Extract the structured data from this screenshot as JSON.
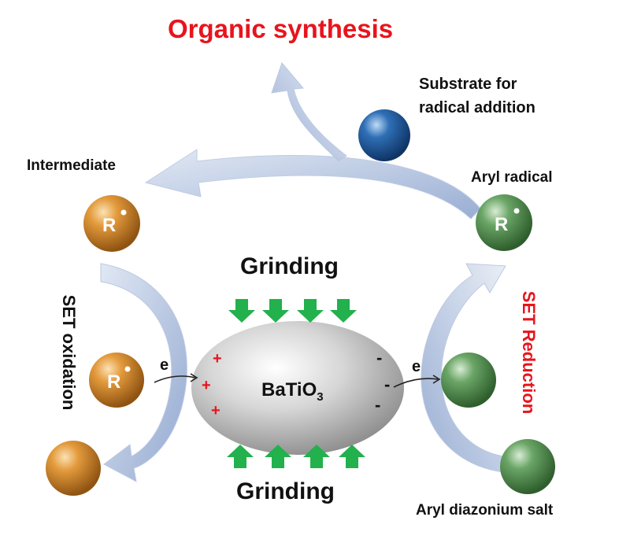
{
  "title": "Organic synthesis",
  "labels": {
    "substrate": "Substrate for\nradical addition",
    "intermediate": "Intermediate",
    "aryl_radical": "Aryl radical",
    "grinding_top": "Grinding",
    "grinding_bottom": "Grinding",
    "set_oxidation": "SET oxidation",
    "set_reduction": "SET Reduction",
    "catalyst": "BaTiO",
    "catalyst_sub": "3",
    "aryl_diazonium": "Aryl diazonium salt",
    "electron_left": "e",
    "electron_right": "e",
    "radical_letter": "R",
    "plus": "+",
    "minus": "-"
  },
  "colors": {
    "title": "#e8141c",
    "set_reduction": "#e8141c",
    "orange_ball": "#d9892b",
    "green_ball": "#5f9a5a",
    "blue_ball": "#2c66a8",
    "arrow_fill": "#9fb3d6",
    "grind_arrow": "#22b14c"
  },
  "icons": {
    "grind_arrow": "green-arrow-icon",
    "curved_arrow": "curved-arrow-icon",
    "sphere": "sphere-icon"
  }
}
